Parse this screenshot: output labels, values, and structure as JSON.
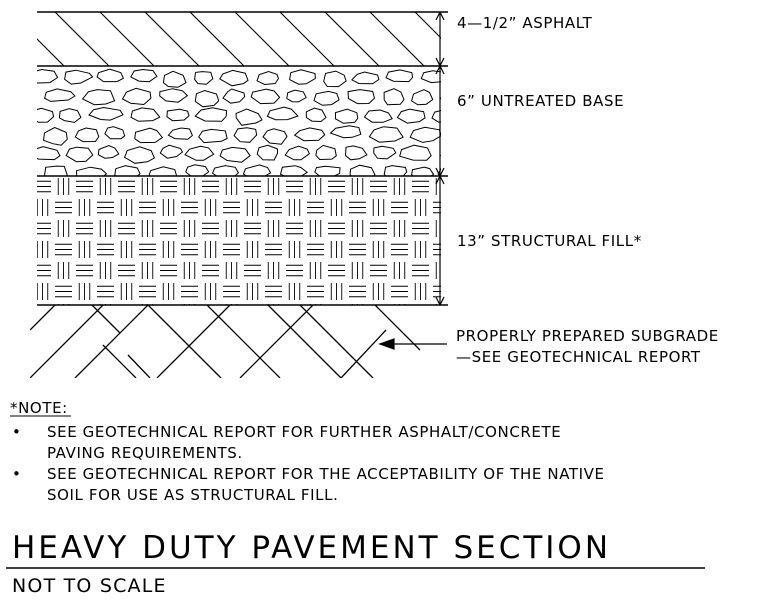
{
  "layers": [
    {
      "label": "4—1/2” ASPHALT",
      "pattern": "diagonal-hatch"
    },
    {
      "label": "6” UNTREATED BASE",
      "pattern": "aggregate-stones"
    },
    {
      "label": "13” STRUCTURAL FILL*",
      "pattern": "basket-weave"
    }
  ],
  "subgrade": {
    "line1": "PROPERLY PREPARED SUBGRADE",
    "line2": "—SEE GEOTECHNICAL REPORT",
    "pattern": "herringbone-earth"
  },
  "notes": {
    "heading": "*NOTE:",
    "bullet_glyph": "•",
    "items": [
      {
        "line1": "SEE GEOTECHNICAL REPORT FOR FURTHER ASPHALT/CONCRETE",
        "line2": "PAVING REQUIREMENTS."
      },
      {
        "line1": "SEE GEOTECHNICAL REPORT FOR THE ACCEPTABILITY OF THE NATIVE",
        "line2": "SOIL FOR USE AS STRUCTURAL FILL."
      }
    ]
  },
  "title": "HEAVY DUTY PAVEMENT SECTION",
  "scale_note": "NOT TO SCALE",
  "colors": {
    "ink": "#000000",
    "background": "#ffffff"
  }
}
